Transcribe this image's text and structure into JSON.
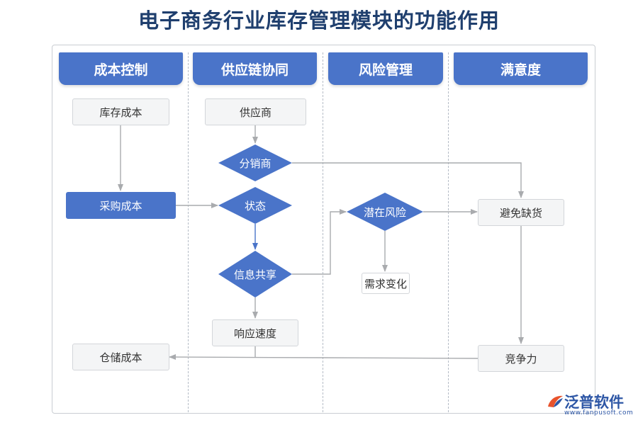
{
  "title": "电子商务行业库存管理模块的功能作用",
  "lanes": [
    "成本控制",
    "供应链协同",
    "风险管理",
    "满意度"
  ],
  "nodes": {
    "inventory_cost": "库存成本",
    "supplier": "供应商",
    "distributor": "分销商",
    "purchase_cost": "采购成本",
    "status": "状态",
    "potential_risk": "潜在风险",
    "avoid_shortage": "避免缺货",
    "info_sharing": "信息共享",
    "demand_change": "需求变化",
    "response_speed": "响应速度",
    "storage_cost": "仓储成本",
    "competitiveness": "竞争力"
  },
  "logo": {
    "name": "泛普软件",
    "url": "www.fanpusoft.com"
  },
  "colors": {
    "accent": "#4a74c9",
    "title": "#1f3f6e",
    "line": "#a9abae"
  }
}
